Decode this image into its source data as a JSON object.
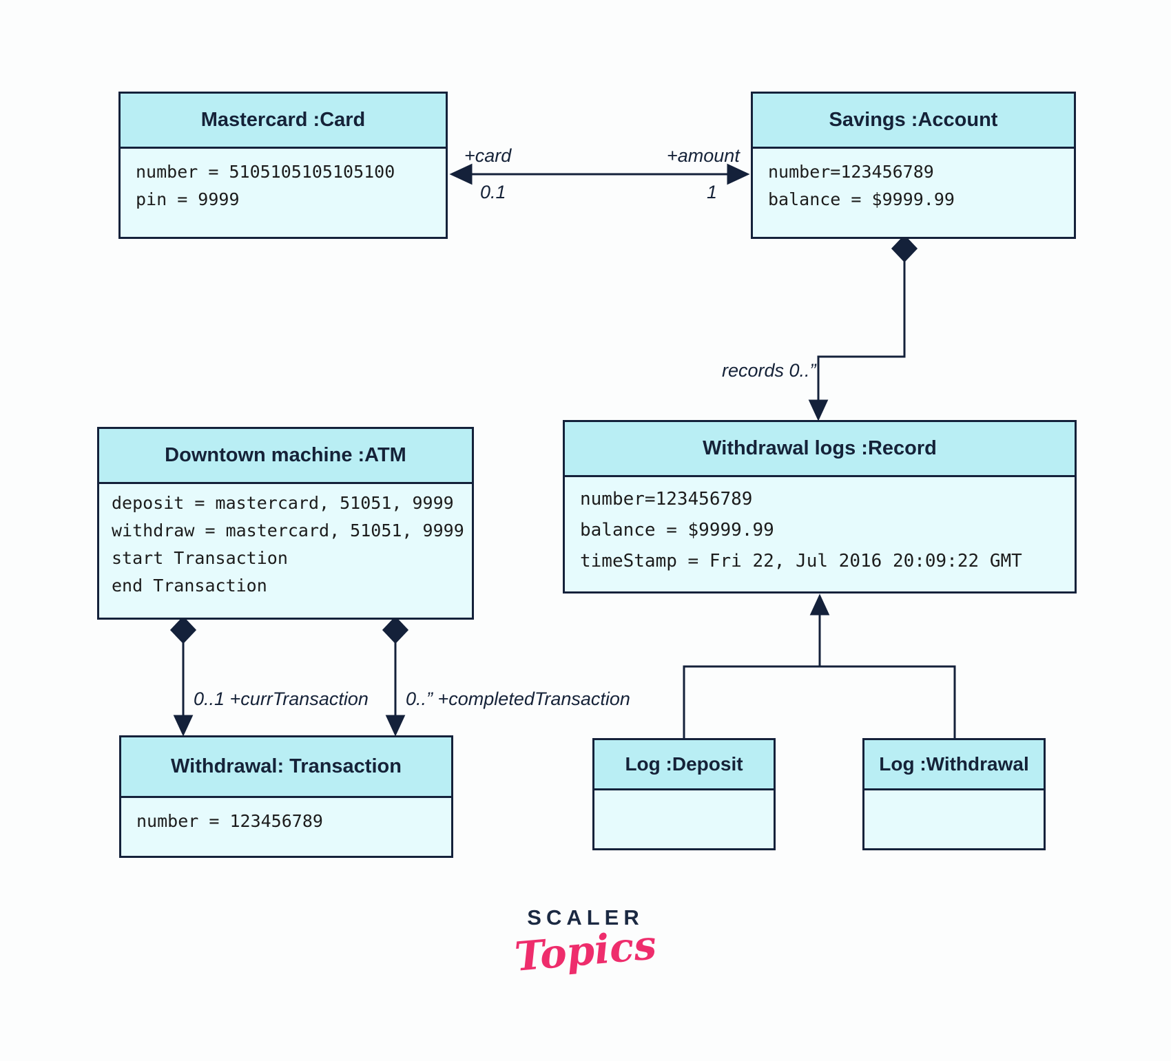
{
  "diagram": {
    "type": "uml-object-diagram",
    "subject": "ATM banking system objects",
    "nodes": [
      {
        "id": "mastercard-card",
        "title": "Mastercard :Card",
        "attrs": [
          "number = 5105105105105100",
          "pin = 9999"
        ]
      },
      {
        "id": "savings-account",
        "title": "Savings :Account",
        "attrs": [
          "number=123456789",
          "balance = $9999.99"
        ]
      },
      {
        "id": "downtown-atm",
        "title": "Downtown machine :ATM",
        "attrs": [
          "deposit = mastercard, 51051, 9999",
          "withdraw = mastercard, 51051, 9999",
          "start Transaction",
          "end Transaction"
        ]
      },
      {
        "id": "withdrawal-record",
        "title": "Withdrawal logs :Record",
        "attrs": [
          "number=123456789",
          "balance = $9999.99",
          "timeStamp = Fri 22, Jul 2016 20:09:22 GMT"
        ]
      },
      {
        "id": "withdrawal-transaction",
        "title": "Withdrawal: Transaction",
        "attrs": [
          "number = 123456789"
        ]
      },
      {
        "id": "log-deposit",
        "title": "Log :Deposit",
        "attrs": []
      },
      {
        "id": "log-withdrawal",
        "title": "Log :Withdrawal",
        "attrs": []
      }
    ],
    "edges": {
      "card_account": {
        "role_left": "+card",
        "mult_left": "0.1",
        "role_right": "+amount",
        "mult_right": "1"
      },
      "account_record": {
        "label": "records 0..”"
      },
      "atm_transaction_curr": {
        "label": "0..1 +currTransaction"
      },
      "atm_transaction_completed": {
        "label": "0..” +completedTransaction"
      }
    }
  },
  "branding": {
    "wordmark_top": "SCALER",
    "wordmark_bottom": "Topics"
  },
  "colors": {
    "header_fill": "#b9eef4",
    "body_fill": "#e6fbfd",
    "line": "#14213a",
    "logo_navy": "#1b2942",
    "logo_pink": "#ee2d6c"
  }
}
